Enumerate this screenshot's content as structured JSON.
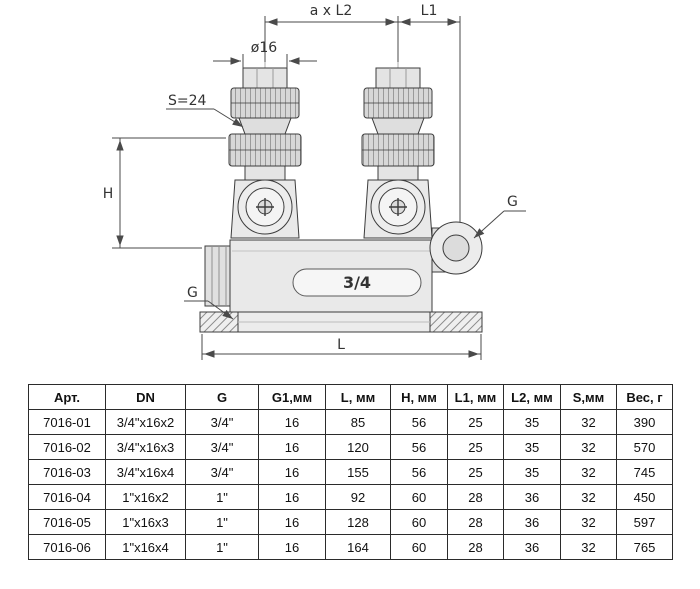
{
  "diagram": {
    "labels": {
      "dim_a_x_l2": "a x L2",
      "dim_l1": "L1",
      "dim_diameter": "ø16",
      "dim_s": "S=24",
      "dim_h": "H",
      "g_right": "G",
      "g_left": "G",
      "dim_l": "L",
      "body_marking": "3/4"
    }
  },
  "table": {
    "headers": [
      "Арт.",
      "DN",
      "G",
      "G1,мм",
      "L, мм",
      "H, мм",
      "L1, мм",
      "L2, мм",
      "S,мм",
      "Вес, г"
    ],
    "rows": [
      [
        "7016-01",
        "3/4\"x16x2",
        "3/4\"",
        "16",
        "85",
        "56",
        "25",
        "35",
        "32",
        "390"
      ],
      [
        "7016-02",
        "3/4\"x16x3",
        "3/4\"",
        "16",
        "120",
        "56",
        "25",
        "35",
        "32",
        "570"
      ],
      [
        "7016-03",
        "3/4\"x16x4",
        "3/4\"",
        "16",
        "155",
        "56",
        "25",
        "35",
        "32",
        "745"
      ],
      [
        "7016-04",
        "1\"x16x2",
        "1\"",
        "16",
        "92",
        "60",
        "28",
        "36",
        "32",
        "450"
      ],
      [
        "7016-05",
        "1\"x16x3",
        "1\"",
        "16",
        "128",
        "60",
        "28",
        "36",
        "32",
        "597"
      ],
      [
        "7016-06",
        "1\"x16x4",
        "1\"",
        "16",
        "164",
        "60",
        "28",
        "36",
        "32",
        "765"
      ]
    ]
  }
}
